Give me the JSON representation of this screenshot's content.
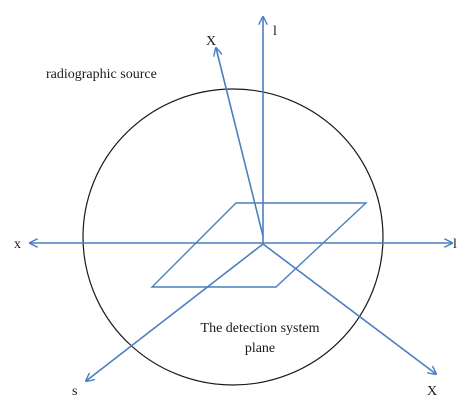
{
  "labels": {
    "source": "radiographic source",
    "plane_line1": "The detection system",
    "plane_line2": "plane",
    "axis_l_up": "l",
    "axis_l_right": "l",
    "axis_x_left": "x",
    "axis_X_upper": "X",
    "axis_X_lower": "X",
    "axis_s": "s"
  },
  "colors": {
    "axis": "#4a7fc1",
    "outline": "#1a1a1a",
    "text": "#1a1a1a"
  }
}
